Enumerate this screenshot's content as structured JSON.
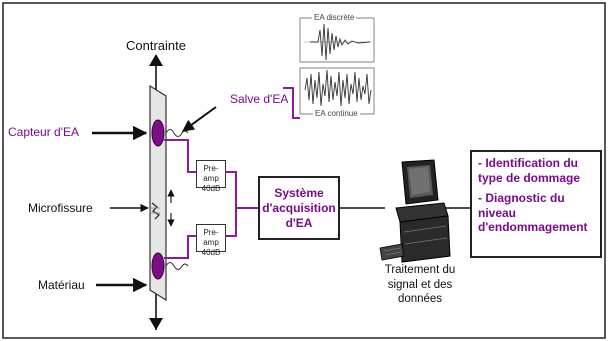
{
  "labels": {
    "contrainte": "Contrainte",
    "salve": "Salve d'EA",
    "capteur": "Capteur d'EA",
    "microfissure": "Microfissure",
    "materiau": "Matériau",
    "ea_discrete": "EA discrète",
    "ea_continue": "EA continue"
  },
  "preamp": {
    "top_line1": "Pre-amp",
    "top_line2": "40dB",
    "bottom_line1": "Pre-amp",
    "bottom_line2": "40dB"
  },
  "system_box": {
    "line1": "Système",
    "line2": "d'acquisition",
    "line3": "d'EA"
  },
  "computer_caption": {
    "line1": "Traitement du",
    "line2": "signal et des",
    "line3": "données"
  },
  "results_box": {
    "line1": "- Identification du",
    "line2": "type de dommage",
    "line3": "- Diagnostic du",
    "line4": "niveau",
    "line5": "d'endommagement"
  },
  "colors": {
    "accent_purple": "#7a0a8c",
    "cable_purple": "#8a1a9a",
    "sensor_purple": "#7a0f86",
    "line_dark": "#111111"
  },
  "icons": {
    "computer": "computer-workstation-icon",
    "sensor": "sensor-ellipse-icon",
    "crack": "crack-icon"
  }
}
